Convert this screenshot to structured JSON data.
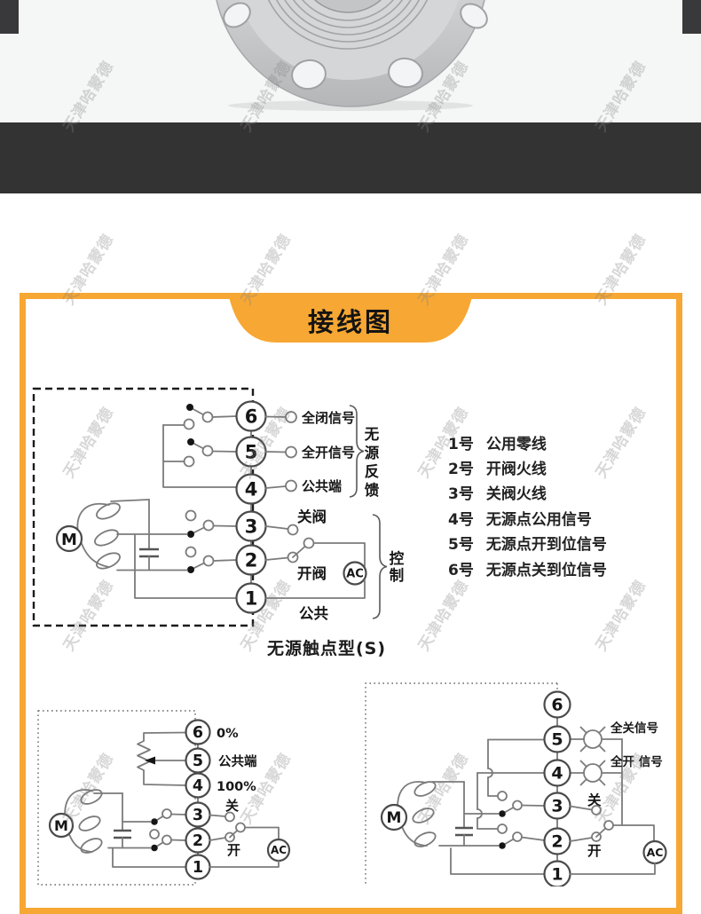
{
  "watermark": {
    "text": "天津哈蒙德"
  },
  "banner": {
    "title": "接线图"
  },
  "legend": {
    "items": [
      {
        "num": "1号",
        "label": "公用零线"
      },
      {
        "num": "2号",
        "label": "开阀火线"
      },
      {
        "num": "3号",
        "label": "关阀火线"
      },
      {
        "num": "4号",
        "label": "无源点公用信号"
      },
      {
        "num": "5号",
        "label": "无源点开到位信号"
      },
      {
        "num": "6号",
        "label": "无源点关到位信号"
      }
    ]
  },
  "diagram_top": {
    "caption": "无源触点型(S)",
    "terminals": [
      "6",
      "5",
      "4",
      "3",
      "2",
      "1"
    ],
    "labels": {
      "closed_signal": "全闭信号",
      "open_signal": "全开信号",
      "common_terminal": "公共端",
      "close_valve": "关阀",
      "open_valve": "开阀",
      "common": "公共",
      "ac": "AC",
      "motor": "M",
      "feedback_chars": [
        "无",
        "源",
        "反",
        "馈"
      ],
      "control_chars": [
        "控",
        "制"
      ]
    }
  },
  "diagram_bottom_left": {
    "terminals": [
      "6",
      "5",
      "4",
      "3",
      "2",
      "1"
    ],
    "labels": {
      "p0": "0%",
      "common_terminal": "公共端",
      "p100": "100%",
      "close": "关",
      "open": "开",
      "ac": "AC",
      "motor": "M"
    }
  },
  "diagram_bottom_right": {
    "terminals": [
      "6",
      "5",
      "4",
      "3",
      "2",
      "1"
    ],
    "labels": {
      "full_close_signal": "全关信号",
      "full_open_signal": "全开 信号",
      "close": "关",
      "open": "开",
      "ac": "AC",
      "motor": "M"
    }
  },
  "colors": {
    "accent": "#F7A733",
    "band": "#333333",
    "photo_bg": "#f5f6f6"
  }
}
